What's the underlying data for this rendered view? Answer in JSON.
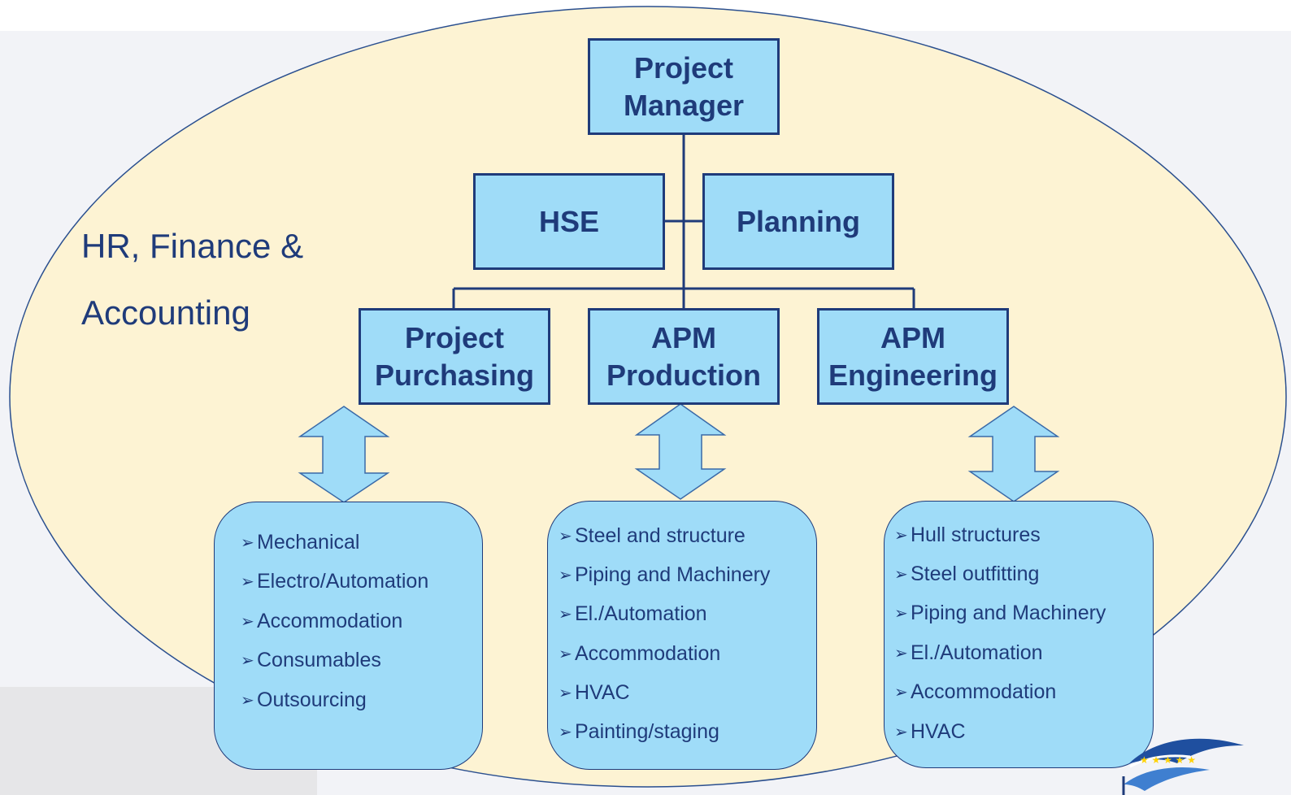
{
  "side_label": "HR, Finance &\nAccounting",
  "boxes": {
    "project_manager": "Project\nManager",
    "hse": "HSE",
    "planning": "Planning",
    "project_purchasing": "Project\nPurchasing",
    "apm_production": "APM\nProduction",
    "apm_engineering": "APM\nEngineering"
  },
  "bullet_glyph": "➢",
  "lists": {
    "purchasing": [
      "Mechanical",
      "Electro/Automation",
      "Accommodation",
      "Consumables",
      "Outsourcing"
    ],
    "production": [
      "Steel and structure",
      "Piping and Machinery",
      "El./Automation",
      "Accommodation",
      "HVAC",
      "Painting/staging"
    ],
    "engineering": [
      "Hull structures",
      "Steel outfitting",
      "Piping and Machinery",
      "El./Automation",
      "Accommodation",
      "HVAC"
    ]
  },
  "colors": {
    "ellipse_fill": "#fdf3d3",
    "box_fill": "#9fdcf8",
    "outline": "#1f3b7a",
    "arrow_fill": "#9fdcf8",
    "arrow_stroke": "#3a6aa8"
  }
}
